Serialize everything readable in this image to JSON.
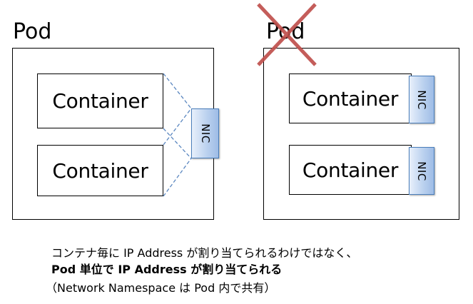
{
  "left_pod": {
    "title": "Pod",
    "containers": [
      "Container",
      "Container"
    ],
    "nic_label": "NIC"
  },
  "right_pod": {
    "title": "Pod",
    "containers": [
      "Container",
      "Container"
    ],
    "nic_labels": [
      "NIC",
      "NIC"
    ],
    "crossed_out": true
  },
  "caption": {
    "line1": "コンテナ毎に IP Address が割り当てられるわけではなく、",
    "line2_a": "Pod",
    "line2_b": " 単位で ",
    "line2_c": "IP Address",
    "line2_d": " が割り当てられる",
    "line3": "（Network Namespace は Pod 内で共有）"
  },
  "colors": {
    "cross": "#c0504d",
    "nic_border": "#4a7ebb",
    "nic_link": "#5b87c0"
  }
}
